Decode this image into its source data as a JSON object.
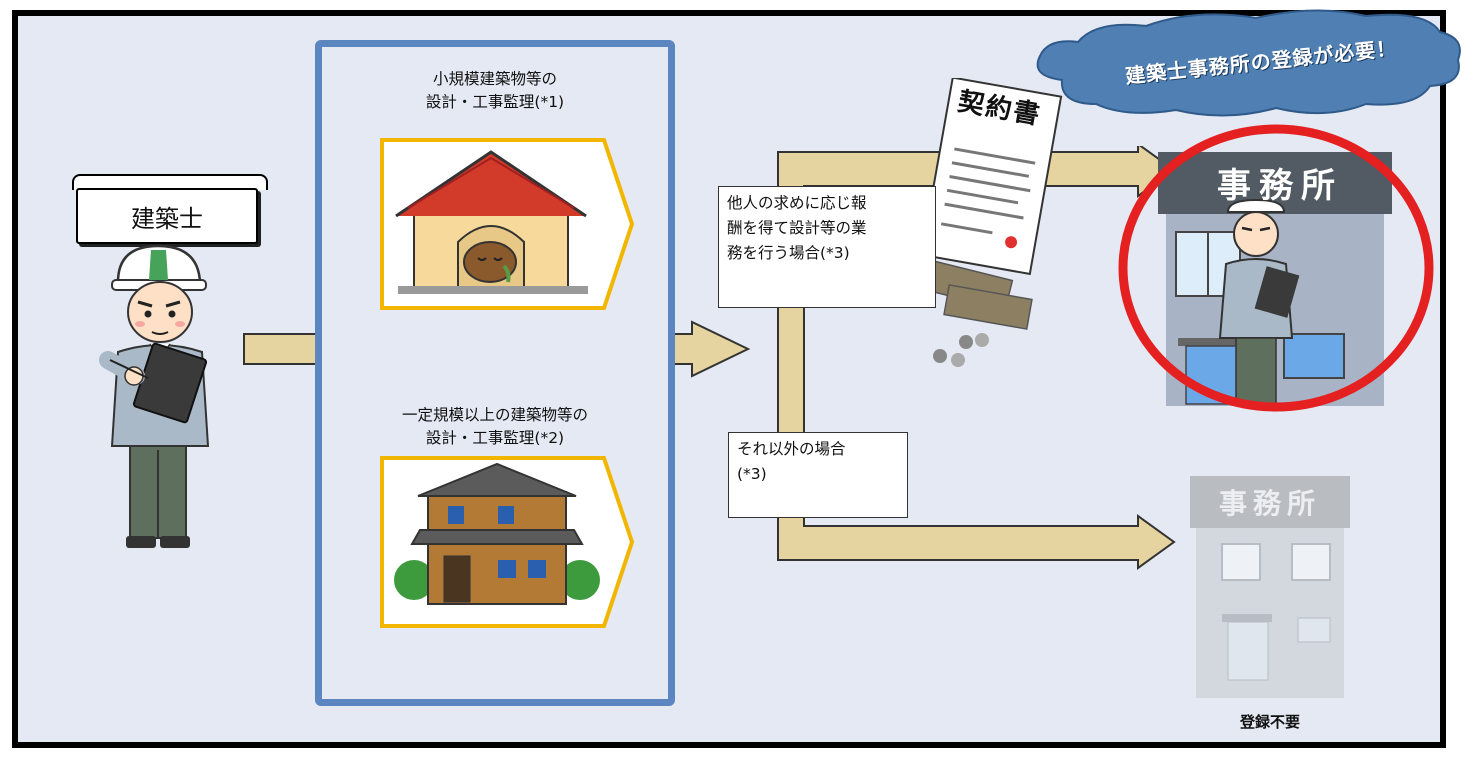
{
  "architect": {
    "label": "建築士"
  },
  "panel": {
    "small": {
      "label": "小規模建築物等の\n設計・工事監理(*1)"
    },
    "large": {
      "label": "一定規模以上の建築物等の\n設計・工事監理(*2)"
    }
  },
  "conditions": {
    "paid": "他人の求めに応じ報\n酬を得て設計等の業\n務を行う場合(*3)",
    "other": "それ以外の場合\n(*3)"
  },
  "contract": {
    "title": "契約書"
  },
  "office": {
    "sign": "事務所"
  },
  "office_faded": {
    "sign": "事務所",
    "label": "登録不要"
  },
  "callout": {
    "text": "建築士事務所の登録が必要！"
  },
  "colors": {
    "arrow": "#e5d4a0",
    "panel_border": "#5b86c0",
    "highlight_ring": "#e52020",
    "cloud": "#4f7fb3"
  }
}
